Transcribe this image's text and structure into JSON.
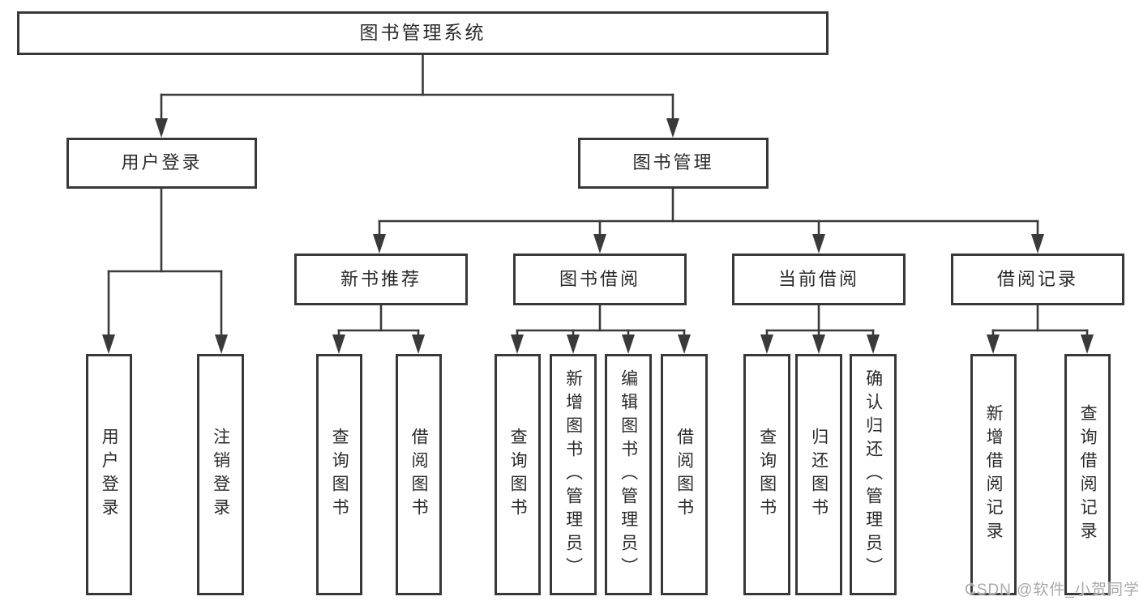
{
  "diagram": {
    "title": "图书管理系统",
    "branches": [
      {
        "label": "用户登录",
        "children": [
          {
            "label": "用户登录"
          },
          {
            "label": "注销登录"
          }
        ]
      },
      {
        "label": "图书管理",
        "children": [
          {
            "label": "新书推荐",
            "children": [
              {
                "label": "查询图书"
              },
              {
                "label": "借阅图书"
              }
            ]
          },
          {
            "label": "图书借阅",
            "children": [
              {
                "label": "查询图书"
              },
              {
                "label": "新增图书（管理员）"
              },
              {
                "label": "编辑图书（管理员）"
              },
              {
                "label": "借阅图书"
              }
            ]
          },
          {
            "label": "当前借阅",
            "children": [
              {
                "label": "查询图书"
              },
              {
                "label": "归还图书"
              },
              {
                "label": "确认归还（管理员）"
              }
            ]
          },
          {
            "label": "借阅记录",
            "children": [
              {
                "label": "新增借阅记录"
              },
              {
                "label": "查询借阅记录"
              }
            ]
          }
        ]
      }
    ]
  },
  "watermark": {
    "text": "CSDN @软件_小贺同学"
  },
  "colors": {
    "line": "#3a3a3a",
    "box_border": "#383838",
    "text": "#2a2a2a",
    "watermark": "#a9a9a9",
    "background": "#ffffff"
  }
}
